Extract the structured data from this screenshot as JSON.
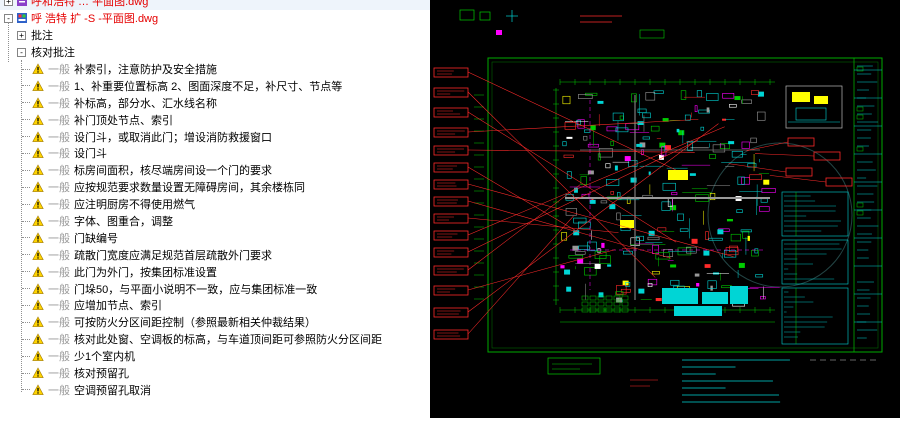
{
  "tree": {
    "files": [
      {
        "label": "呼和浩特 … 平面图.dwg"
      },
      {
        "label": "呼 浩特  扩 -S -平面图.dwg"
      }
    ],
    "nodes": {
      "annotations": "批注",
      "check_annotations": "核对批注"
    },
    "items": [
      {
        "sev": "一般",
        "text": "补索引，注意防护及安全措施"
      },
      {
        "sev": "一般",
        "text": "1、补重要位置标高 2、图面深度不足，补尺寸、节点等"
      },
      {
        "sev": "一般",
        "text": "补标高，部分水、汇水线名称"
      },
      {
        "sev": "一般",
        "text": "补门顶处节点、索引"
      },
      {
        "sev": "一般",
        "text": "设门斗，或取消此门；增设消防救援窗口"
      },
      {
        "sev": "一般",
        "text": "设门斗"
      },
      {
        "sev": "一般",
        "text": "标房间面积，核尽端房间设一个门的要求"
      },
      {
        "sev": "一般",
        "text": "应按规范要求数量设置无障碍房间，其余楼栋同"
      },
      {
        "sev": "一般",
        "text": "应注明厨房不得使用燃气"
      },
      {
        "sev": "一般",
        "text": "字体、图重合，调整"
      },
      {
        "sev": "一般",
        "text": "门缺编号"
      },
      {
        "sev": "一般",
        "text": "疏散门宽度应满足规范首层疏散外门要求"
      },
      {
        "sev": "一般",
        "text": "此门为外门，按集团标准设置"
      },
      {
        "sev": "一般",
        "text": "门垛50，与平面小说明不一致，应与集团标准一致"
      },
      {
        "sev": "一般",
        "text": "应增加节点、索引"
      },
      {
        "sev": "一般",
        "text": "可按防火分区间距控制（参照最新相关仲裁结果）"
      },
      {
        "sev": "一般",
        "text": "核对此处窗、空调板的标高，与车道顶间距可参照防火分区间距"
      },
      {
        "sev": "一般",
        "text": "少1个室内机"
      },
      {
        "sev": "一般",
        "text": "核对预留孔"
      },
      {
        "sev": "一般",
        "text": "空调预留孔取消"
      }
    ],
    "expanded_glyph": "-",
    "collapsed_glyph": "+"
  },
  "cad": {
    "background": "#000000",
    "frame_color": "#00aa00",
    "colors": {
      "cyan": "#00d5d5",
      "green": "#00cc00",
      "red": "#ff2a2a",
      "magenta": "#ff00ff",
      "yellow": "#ffff00",
      "white": "#ffffff",
      "grey": "#999999"
    }
  }
}
